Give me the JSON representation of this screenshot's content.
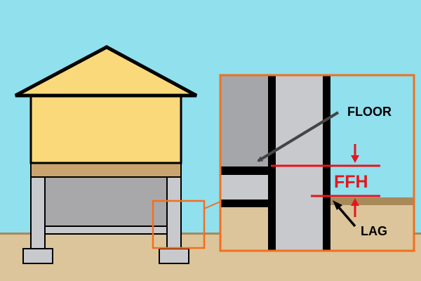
{
  "labels": {
    "floor": "FLOOR",
    "ffh": "FFH",
    "lag": "LAG"
  },
  "colors": {
    "sky": "#90E0EE",
    "ground": "#DCC59A",
    "house_wall": "#F9D97A",
    "callout_border": "#F26F1F",
    "ffh_red": "#E8141C"
  }
}
